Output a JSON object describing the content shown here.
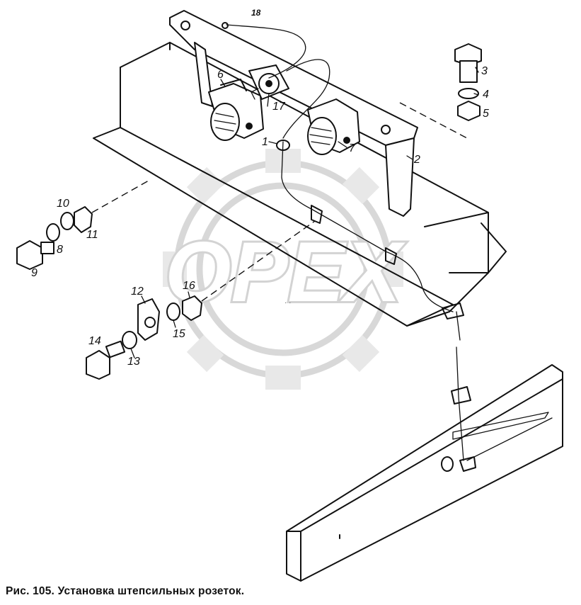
{
  "figure": {
    "caption": "Рис. 105. Установка штепсильных розеток.",
    "watermark_text": "OPEX"
  },
  "callouts": [
    "1",
    "2",
    "3",
    "4",
    "5",
    "6",
    "7",
    "8",
    "9",
    "10",
    "11",
    "12",
    "13",
    "14",
    "15",
    "16",
    "17",
    "18"
  ]
}
